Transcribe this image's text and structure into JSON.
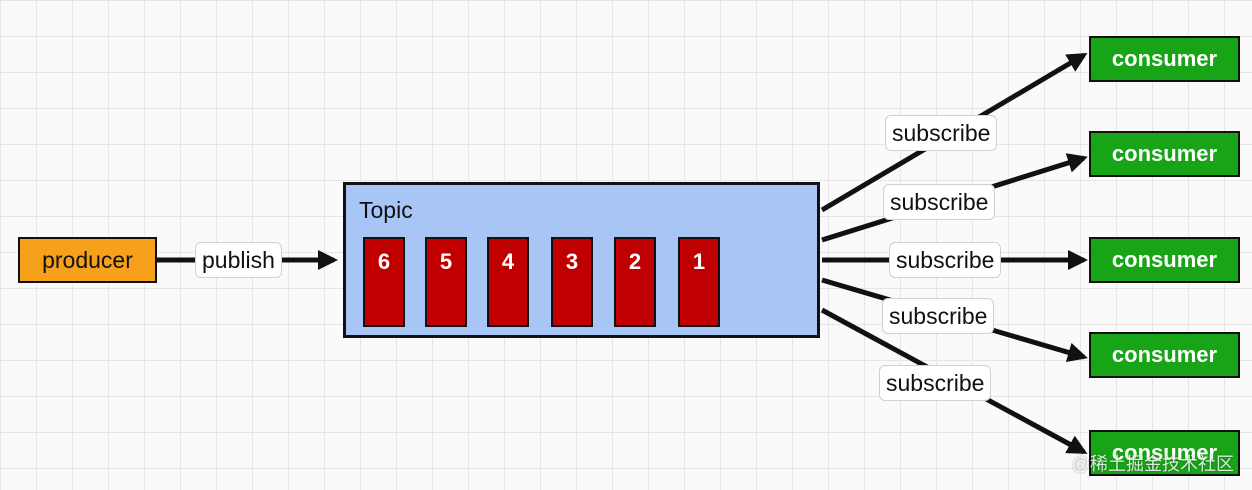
{
  "producer": {
    "label": "producer"
  },
  "publish_label": "publish",
  "topic": {
    "label": "Topic",
    "messages": [
      "6",
      "5",
      "4",
      "3",
      "2",
      "1"
    ]
  },
  "subscribe_label": "subscribe",
  "consumers": [
    "consumer",
    "consumer",
    "consumer",
    "consumer",
    "consumer"
  ],
  "watermark": "@稀土掘金技术社区",
  "colors": {
    "producer": "#f7a01c",
    "topic": "#a8c6f5",
    "message": "#c00000",
    "consumer": "#17a517",
    "arrow": "#111111"
  }
}
